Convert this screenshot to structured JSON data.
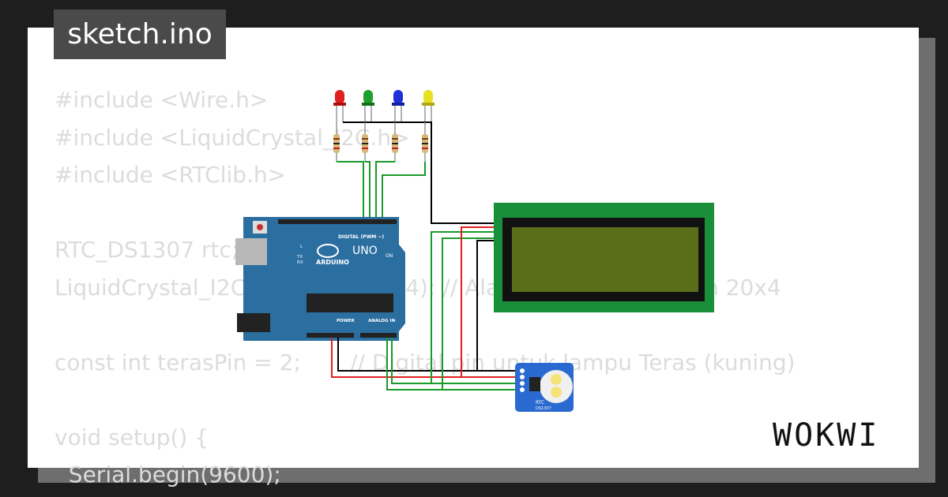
{
  "title": "sketch.ino",
  "code_lines": [
    "#include <Wire.h>",
    "#include <LiquidCrystal_I2C.h>",
    "#include <RTClib.h>",
    "",
    "RTC_DS1307 rtc;",
    "LiquidCrystal_I2C lcd(0x27, 20, 4); // Alamat I2C dan ukuran 20x4",
    "",
    "const int terasPin = 2;       // Digital pin untuk lampu Teras (kuning)",
    "",
    "void setup() {",
    "  Serial.begin(9600);"
  ],
  "logo_text": "WOKWI",
  "arduino": {
    "brand": "ARDUINO",
    "model": "UNO",
    "on_label": "ON",
    "digital_label": "DIGITAL (PWM ~)",
    "power_label": "POWER",
    "analog_label": "ANALOG IN",
    "l_label": "L",
    "tx_label": "TX",
    "rx_label": "RX"
  },
  "rtc": {
    "label": "RTC",
    "sublabel": "DS1307"
  },
  "leds": [
    {
      "color": "red",
      "hex": "#e02020"
    },
    {
      "color": "green",
      "hex": "#1fa02a"
    },
    {
      "color": "blue",
      "hex": "#2030d8"
    },
    {
      "color": "yellow",
      "hex": "#e6e020"
    }
  ],
  "colors": {
    "background": "#1e1e1e",
    "card": "#ffffff",
    "code_text": "#dcdcdc",
    "title_bg": "#4a4a4a",
    "arduino_board": "#2b6ea0",
    "lcd_frame": "#1a8f3a",
    "lcd_screen": "#5a6e1a",
    "rtc_board": "#2a6ad0",
    "wire_green": "#1a9a2a",
    "wire_red": "#e02020",
    "wire_black": "#000000"
  }
}
